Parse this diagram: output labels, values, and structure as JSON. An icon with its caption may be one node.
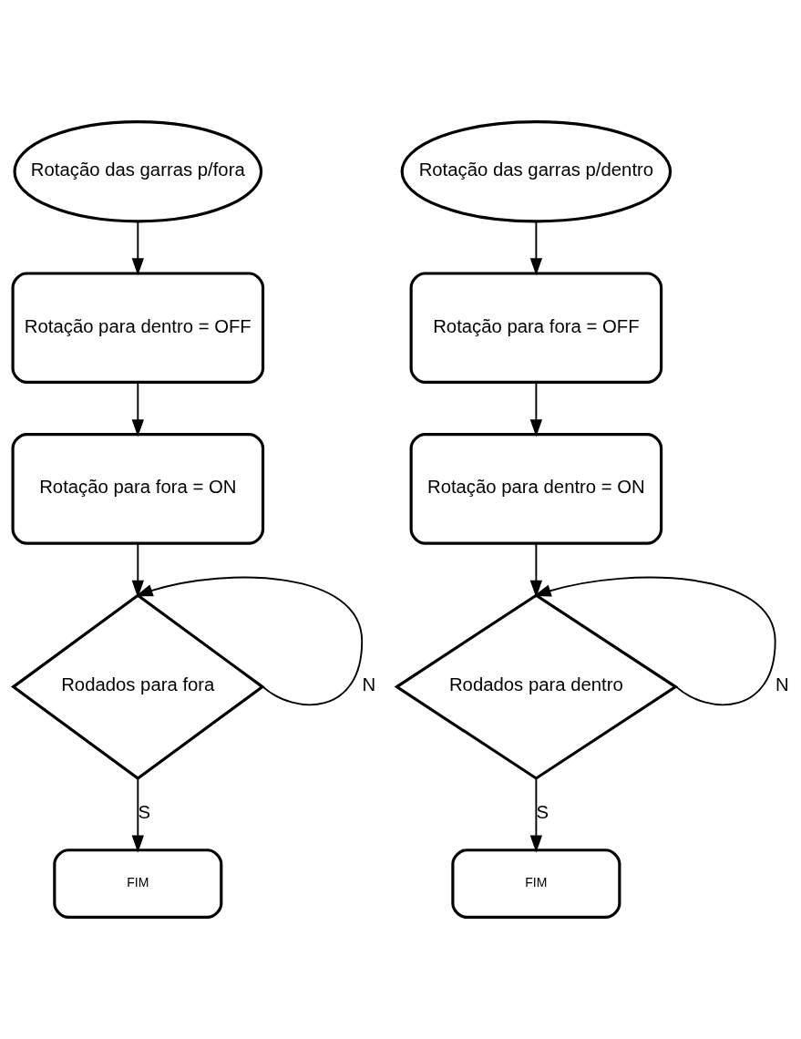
{
  "diagram": {
    "nodes": [
      {
        "text": [
          "Rotação das garras p/fora"
        ]
      },
      {
        "text": [
          "Rotação para dentro = OFF"
        ]
      },
      {
        "text": [
          "Rotação para fora = ON"
        ]
      },
      {
        "text": [
          "Rodados para fora"
        ]
      },
      {
        "text": [
          "FIM"
        ]
      },
      {
        "text": [
          "Rotação das garras p/dentro"
        ]
      },
      {
        "text": [
          "Rotação para fora = OFF"
        ]
      },
      {
        "text": [
          "Rotação para dentro = ON"
        ]
      },
      {
        "text": [
          "Rodados para dentro"
        ]
      },
      {
        "text": [
          "FIM"
        ]
      }
    ],
    "edges": [
      {
        "from": 0,
        "to": 1,
        "arrow": "to"
      },
      {
        "from": 1,
        "to": 2,
        "arrow": "to"
      },
      {
        "from": 2,
        "to": 3,
        "arrow": "to"
      },
      {
        "from": 3,
        "to": 3,
        "arrow": "to",
        "label": "N"
      },
      {
        "from": 3,
        "to": 4,
        "arrow": "to",
        "label": "S"
      },
      {
        "from": 5,
        "to": 6,
        "arrow": "to"
      },
      {
        "from": 6,
        "to": 7,
        "arrow": "to"
      },
      {
        "from": 7,
        "to": 8,
        "arrow": "to"
      },
      {
        "from": 8,
        "to": 8,
        "arrow": "to",
        "label": "N"
      },
      {
        "from": 8,
        "to": 9,
        "arrow": "to",
        "label": "S"
      }
    ]
  }
}
